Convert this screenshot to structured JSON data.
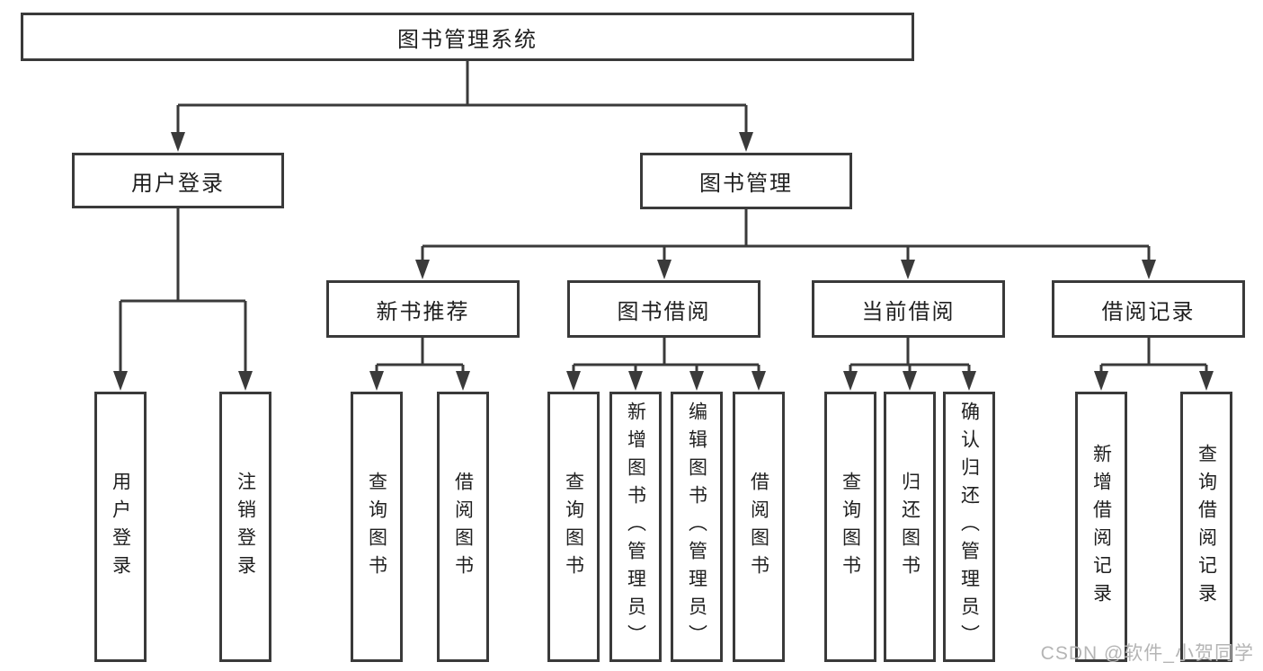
{
  "tree": {
    "label": "图书管理系统",
    "children": [
      {
        "label": "用户登录",
        "children": [
          {
            "label": "用户登录"
          },
          {
            "label": "注销登录"
          }
        ]
      },
      {
        "label": "图书管理",
        "children": [
          {
            "label": "新书推荐",
            "children": [
              {
                "label": "查询图书"
              },
              {
                "label": "借阅图书"
              }
            ]
          },
          {
            "label": "图书借阅",
            "children": [
              {
                "label": "查询图书"
              },
              {
                "label": "新增图书（管理员）"
              },
              {
                "label": "编辑图书（管理员）"
              },
              {
                "label": "借阅图书"
              }
            ]
          },
          {
            "label": "当前借阅",
            "children": [
              {
                "label": "查询图书"
              },
              {
                "label": "归还图书"
              },
              {
                "label": "确认归还（管理员）"
              }
            ]
          },
          {
            "label": "借阅记录",
            "children": [
              {
                "label": "新增借阅记录"
              },
              {
                "label": "查询借阅记录"
              }
            ]
          }
        ]
      }
    ]
  },
  "watermark": {
    "text": "CSDN @软件_小贺同学"
  },
  "colors": {
    "line": "#3a3a3a",
    "text": "#1f1f1f",
    "background": "#ffffff",
    "watermark": "#b5b5b5"
  }
}
